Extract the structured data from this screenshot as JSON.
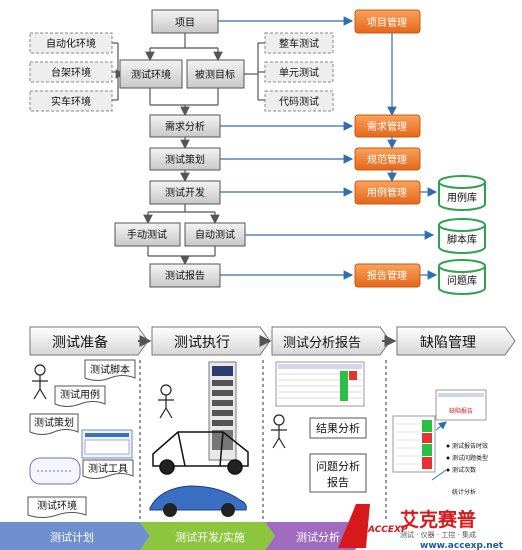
{
  "flow": {
    "process_nodes": {
      "project": "项目",
      "test_env": "测试环境",
      "test_target": "被测目标",
      "req_analysis": "需求分析",
      "test_plan": "测试策划",
      "test_dev": "测试开发",
      "manual_test": "手动测试",
      "auto_test": "自动测试",
      "test_report": "测试报告"
    },
    "env_nodes": [
      "自动化环境",
      "台架环境",
      "实车环境"
    ],
    "target_nodes": [
      "整车测试",
      "单元测试",
      "代码测试"
    ],
    "mgmt_nodes": {
      "project_mgmt": "项目管理",
      "req_mgmt": "需求管理",
      "spec_mgmt": "规范管理",
      "case_mgmt": "用例管理",
      "report_mgmt": "报告管理"
    },
    "libraries": {
      "case_lib": "用例库",
      "script_lib": "脚本库",
      "issue_lib": "问题库"
    },
    "colors": {
      "process": "#d9d9d9",
      "mgmt": "#f07f28",
      "library_border": "#2da34d"
    }
  },
  "stages": {
    "headers": [
      "测试准备",
      "测试执行",
      "测试分析报告",
      "缺陷管理"
    ],
    "prep_items": [
      "测试脚本",
      "测试用例",
      "测试策划",
      "测试工具",
      "测试环境"
    ],
    "analysis_items": [
      "结果分析",
      "问题分析\n报告"
    ],
    "defect_labels": [
      "缺陷报告",
      "测试报告时效",
      "测试问题类型",
      "测试次数",
      "统计分析"
    ]
  },
  "footer": {
    "segments": [
      "测试计划",
      "测试开发/实施",
      "测试分析"
    ],
    "brand_name": "艾克赛普",
    "brand_slogan": "测试 · 仪器 · 工控 · 集成",
    "brand_url": "www.accexp.net",
    "brand_logo_text": "ACCEXP"
  }
}
